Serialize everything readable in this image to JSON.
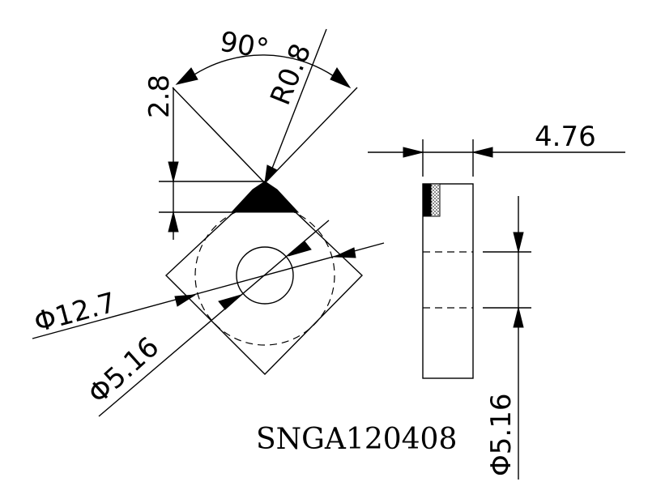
{
  "labels": {
    "angle": "90°",
    "radius": "R0.8",
    "chamfer": "2.8",
    "thickness": "4.76",
    "inscribed_circle": "Φ12.7",
    "hole_front": "Φ5.16",
    "hole_side": "Φ5.16",
    "model": "SNGA120408"
  },
  "colors": {
    "ink": "#000000",
    "background": "#ffffff"
  }
}
